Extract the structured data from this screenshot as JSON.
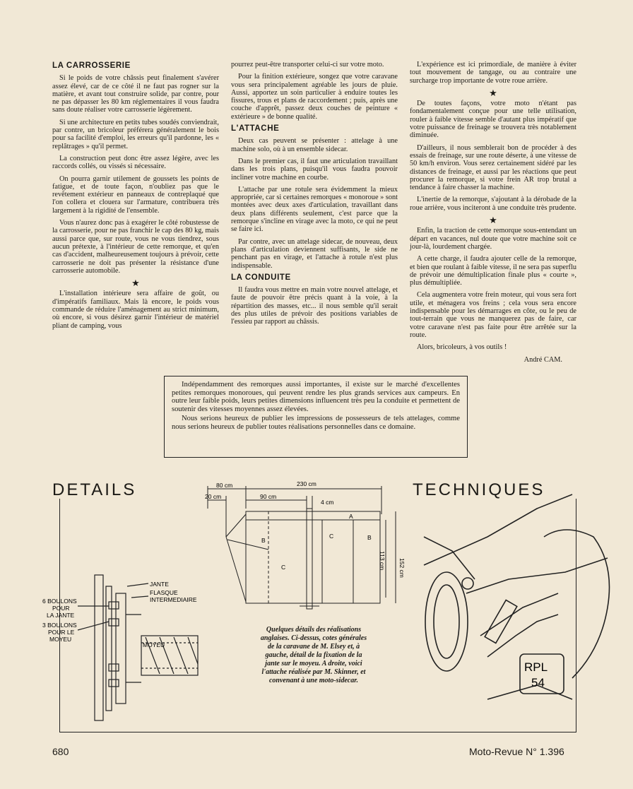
{
  "col1": {
    "h1": "LA CARROSSERIE",
    "p1": "Si le poids de votre châssis peut finalement s'avérer assez élevé, car de ce côté il ne faut pas rogner sur la matière, et avant tout construire solide, par contre, pour ne pas dépasser les 80 km réglementaires il vous faudra sans doute réaliser votre carrosserie légèrement.",
    "p2": "Si une architecture en petits tubes soudés conviendrait, par contre, un bricoleur préférera généralement le bois pour sa facilité d'emploi, les erreurs qu'il pardonne, les « replâtrages » qu'il permet.",
    "p3": "La construction peut donc être assez légère, avec les raccords collés, ou vissés si nécessaire.",
    "p4": "On pourra garnir utilement de goussets les points de fatigue, et de toute façon, n'oubliez pas que le revêtement extérieur en panneaux de contreplaqué que l'on collera et clouera sur l'armature, contribuera très largement à la rigidité de l'ensemble.",
    "p5": "Vous n'aurez donc pas à exagérer le côté robustesse de la carrosserie, pour ne pas franchir le cap des 80 kg, mais aussi parce que, sur route, vous ne vous tiendrez, sous aucun prétexte, à l'intérieur de cette remorque, et qu'en cas d'accident, malheureusement toujours à prévoir, cette carrosserie ne doit pas présenter la résistance d'une carrosserie automobile.",
    "star": "★",
    "p6": "L'installation intérieure sera affaire de goût, ou d'impératifs familiaux. Mais là encore, le poids vous commande de réduire l'aménagement au strict minimum, où encore, si vous désirez garnir l'intérieur de matériel pliant de camping, vous"
  },
  "col2": {
    "p0": "pourrez peut-être transporter celui-ci sur votre moto.",
    "p1": "Pour la finition extérieure, songez que votre caravane vous sera principalement agréable les jours de pluie. Aussi, apportez un soin particulier à enduire toutes les fissures, trous et plans de raccordement ; puis, après une couche d'apprêt, passez deux couches de peinture « extérieure » de bonne qualité.",
    "h2": "L'ATTACHE",
    "p2": "Deux cas peuvent se présenter : attelage à une machine solo, où à un ensemble sidecar.",
    "p3": "Dans le premier cas, il faut une articulation travaillant dans les trois plans, puisqu'il vous faudra pouvoir incliner votre machine en courbe.",
    "p4": "L'attache par une rotule sera évidemment la mieux appropriée, car si certaines remorques « monoroue » sont montées avec deux axes d'articulation, travaillant dans deux plans différents seulement, c'est parce que la remorque s'incline en virage avec la moto, ce qui ne peut se faire ici.",
    "p5": "Par contre, avec un attelage sidecar, de nouveau, deux plans d'articulation deviennent suffisants, le side ne penchant pas en virage, et l'attache à rotule n'est plus indispensable.",
    "h3": "LA CONDUITE",
    "p6": "Il faudra vous mettre en main votre nouvel attelage, et faute de pouvoir être précis quant à la voie, à la répartition des masses, etc... il nous semble qu'il serait des plus utiles de prévoir des positions variables de l'essieu par rapport au châssis."
  },
  "col3": {
    "p1": "L'expérience est ici primordiale, de manière à éviter tout mouvement de tangage, ou au contraire une surcharge trop importante de votre roue arrière.",
    "star1": "★",
    "p2": "De toutes façons, votre moto n'étant pas fondamentalement conçue pour une telle utilisation, rouler à faible vitesse semble d'autant plus impératif que votre puissance de freinage se trouvera très notablement diminuée.",
    "p3": "D'ailleurs, il nous semblerait bon de procéder à des essais de freinage, sur une route déserte, à une vitesse de 50 km/h environ. Vous serez certainement sidéré par les distances de freinage, et aussi par les réactions que peut procurer la remorque, si votre frein AR trop brutal a tendance à faire chasser la machine.",
    "p4": "L'inertie de la remorque, s'ajoutant à la dérobade de la roue arrière, vous inciteront à une conduite très prudente.",
    "star2": "★",
    "p5": "Enfin, la traction de cette remorque sous-entendant un départ en vacances, nul doute que votre machine soit ce jour-là, lourdement chargée.",
    "p6": "A cette charge, il faudra ajouter celle de la remorque, et bien que roulant à faible vitesse, il ne sera pas superflu de prévoir une démultiplication finale plus « courte », plus démultipliée.",
    "p7": "Cela augmentera votre frein moteur, qui vous sera fort utile, et ménagera vos freins ; cela vous sera encore indispensable pour les démarrages en côte, ou le peu de tout-terrain que vous ne manquerez pas de faire, car votre caravane n'est pas faite pour être arrêtée sur la route.",
    "p8": "Alors, bricoleurs, à vos outils !",
    "sig": "André CAM."
  },
  "box": {
    "p1": "Indépendamment des remorques aussi importantes, il existe sur le marché d'excellentes petites remorques monoroues, qui peuvent rendre les plus grands services aux campeurs. En outre leur faible poids, leurs petites dimensions influencent très peu la conduite et permettent de soutenir des vitesses moyennes assez élevées.",
    "p2": "Nous serions heureux de publier les impressions de possesseurs de tels attelages, comme nous serions heureux de publier toutes réalisations personnelles dans ce domaine."
  },
  "headline": {
    "left": "DETAILS",
    "right": "TECHNIQUES"
  },
  "dimensions": {
    "d80": "80 cm",
    "d230": "230 cm",
    "d20": "20 cm",
    "d90": "90 cm",
    "d4": "4 cm",
    "d152": "152 cm",
    "d113": "113 cm",
    "A": "A",
    "B1": "B",
    "B2": "B",
    "C1": "C",
    "C2": "C"
  },
  "jante": {
    "jante": "JANTE",
    "flasque1": "FLASQUE",
    "flasque2": "INTERMEDIAIRE",
    "b6a": "6 BOULONS",
    "b6b": "POUR",
    "b6c": "LA JANTE",
    "b3a": "3 BOULONS",
    "b3b": "POUR LE",
    "b3c": "MOYEU",
    "moyeu": "MOYEU"
  },
  "plate": {
    "l1": "RPL",
    "l2": "54"
  },
  "caption": "Quelques détails des réalisations anglaises. Ci-dessus, cotes générales de la caravane de M. Elsey et, à gauche, détail de la fixation de la jante sur le moyeu. A droite, voici l'attache réalisée par M. Skinner, et convenant à une moto-sidecar.",
  "footer": {
    "page": "680",
    "magazine": "Moto-Revue N° 1.396"
  }
}
